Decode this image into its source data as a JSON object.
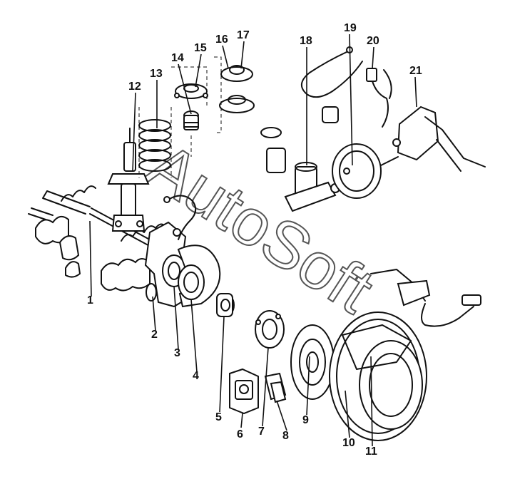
{
  "watermark": "AutoSoft",
  "callouts": [
    "1",
    "2",
    "3",
    "4",
    "5",
    "6",
    "7",
    "8",
    "9",
    "10",
    "11",
    "12",
    "13",
    "14",
    "15",
    "16",
    "17",
    "18",
    "19",
    "20",
    "21"
  ]
}
